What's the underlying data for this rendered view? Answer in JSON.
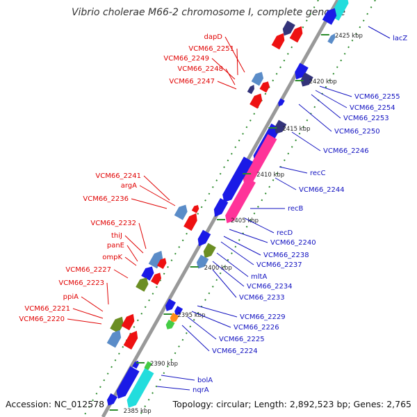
{
  "title": "Vibrio cholerae M66-2 chromosome I, complete genome",
  "footer": {
    "accession": "Accession: NC_012578",
    "summary": "Topology: circular; Length: 2,892,523 bp; Genes: 2,765"
  },
  "colors": {
    "forward_label": "#e00000",
    "reverse_label": "#1010c0",
    "backbone": "#888888",
    "tick": "#2a8a2a",
    "gene_blue": "#1a1ae6",
    "gene_red": "#ee1111",
    "gene_pink": "#ff3399",
    "gene_cyan": "#22dddd",
    "gene_steel": "#5a8cc8",
    "gene_olive": "#6b8e23",
    "gene_navy": "#33337a",
    "gene_orange": "#ff8c1a",
    "gene_green": "#44cc44"
  },
  "map": {
    "scale_labels": [
      "2425 kbp",
      "2420 kbp",
      "2415 kbp",
      "2410 kbp",
      "2405 kbp",
      "2400 kbp",
      "2395 kbp",
      "2390 kbp",
      "2385 kbp"
    ],
    "forward_genes": [
      "dapD",
      "VCM66_2251",
      "VCM66_2249",
      "VCM66_2248",
      "VCM66_2247",
      "VCM66_2241",
      "argA",
      "VCM66_2236",
      "VCM66_2232",
      "thiJ",
      "panE",
      "ompK",
      "VCM66_2227",
      "VCM66_2223",
      "ppiA",
      "VCM66_2221",
      "VCM66_2220"
    ],
    "reverse_genes": [
      "lacZ",
      "VCM66_2255",
      "VCM66_2254",
      "VCM66_2253",
      "VCM66_2250",
      "VCM66_2246",
      "recC",
      "VCM66_2244",
      "recB",
      "recD",
      "VCM66_2240",
      "VCM66_2238",
      "VCM66_2237",
      "mltA",
      "VCM66_2234",
      "VCM66_2233",
      "VCM66_2229",
      "VCM66_2226",
      "VCM66_2225",
      "VCM66_2224",
      "bolA",
      "nqrA"
    ]
  }
}
